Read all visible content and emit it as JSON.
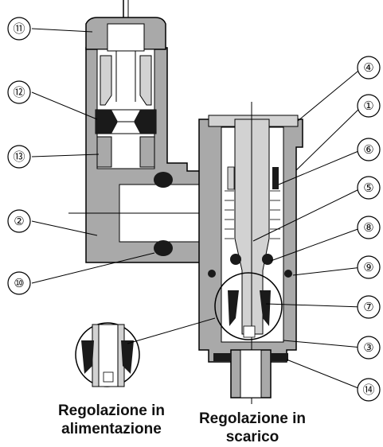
{
  "callouts": [
    {
      "id": "c1",
      "label": "①"
    },
    {
      "id": "c2",
      "label": "②"
    },
    {
      "id": "c3",
      "label": "③"
    },
    {
      "id": "c4",
      "label": "④"
    },
    {
      "id": "c5",
      "label": "⑤"
    },
    {
      "id": "c6",
      "label": "⑥"
    },
    {
      "id": "c7",
      "label": "⑦"
    },
    {
      "id": "c8",
      "label": "⑧"
    },
    {
      "id": "c9",
      "label": "⑨"
    },
    {
      "id": "c10",
      "label": "⑩"
    },
    {
      "id": "c11",
      "label": "⑪"
    },
    {
      "id": "c12",
      "label": "⑫"
    },
    {
      "id": "c13",
      "label": "⑬"
    },
    {
      "id": "c14",
      "label": "⑭"
    }
  ],
  "captions": {
    "supply_line1": "Regolazione in",
    "supply_line2": "alimentazione",
    "exhaust_line1": "Regolazione in",
    "exhaust_line2": "scarico"
  },
  "colors": {
    "body_gray": "#a9a9a9",
    "light_gray": "#d2d2d2",
    "dark": "#1a1a1a",
    "outline": "#000000"
  }
}
